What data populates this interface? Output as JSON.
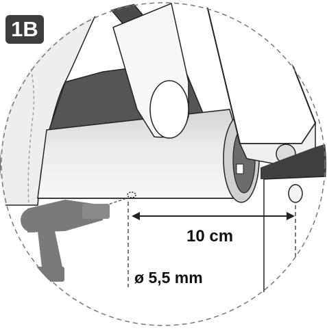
{
  "step": {
    "label": "1B"
  },
  "dimensions": {
    "distance": "10 cm",
    "hole_diameter": "ø 5,5 mm"
  },
  "colors": {
    "badge": "#3d3d3d",
    "drill": "#7a7a7a",
    "awning_dark": "#555555",
    "tube_light": "#e6e6e6",
    "outline": "#222222"
  },
  "icons": {
    "tool": "drill-icon"
  }
}
